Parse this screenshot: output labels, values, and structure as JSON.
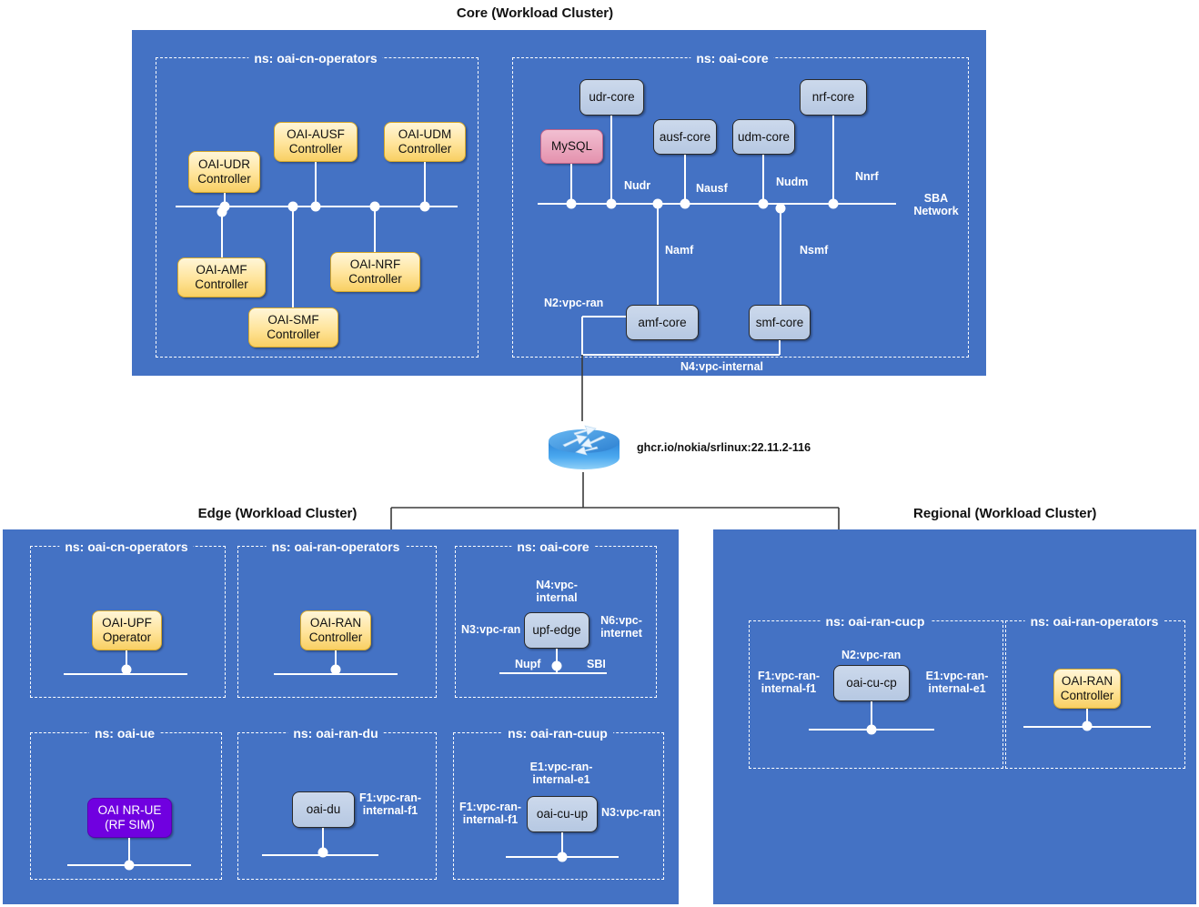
{
  "clusters": {
    "core": {
      "title": "Core (Workload Cluster)",
      "namespaces": {
        "cn_operators": {
          "label": "ns: oai-cn-operators",
          "nodes": [
            {
              "id": "oai-udr-controller",
              "label": "OAI-UDR\nController"
            },
            {
              "id": "oai-ausf-controller",
              "label": "OAI-AUSF\nController"
            },
            {
              "id": "oai-udm-controller",
              "label": "OAI-UDM\nController"
            },
            {
              "id": "oai-amf-controller",
              "label": "OAI-AMF\nController"
            },
            {
              "id": "oai-nrf-controller",
              "label": "OAI-NRF\nController"
            },
            {
              "id": "oai-smf-controller",
              "label": "OAI-SMF\nController"
            }
          ]
        },
        "oai_core": {
          "label": "ns: oai-core",
          "nodes": [
            {
              "id": "udr-core",
              "label": "udr-core"
            },
            {
              "id": "mysql",
              "label": "MySQL"
            },
            {
              "id": "ausf-core",
              "label": "ausf-core"
            },
            {
              "id": "udm-core",
              "label": "udm-core"
            },
            {
              "id": "nrf-core",
              "label": "nrf-core"
            },
            {
              "id": "amf-core",
              "label": "amf-core"
            },
            {
              "id": "smf-core",
              "label": "smf-core"
            }
          ],
          "interfaces": {
            "nudr": "Nudr",
            "nausf": "Nausf",
            "nudm": "Nudm",
            "nnrf": "Nnrf",
            "namf": "Namf",
            "nsmf": "Nsmf",
            "sba": "SBA\nNetwork",
            "n2": "N2:vpc-ran",
            "n4": "N4:vpc-internal"
          }
        }
      }
    },
    "edge": {
      "title": "Edge (Workload Cluster)",
      "namespaces": {
        "cn_operators": {
          "label": "ns: oai-cn-operators",
          "nodes": [
            {
              "id": "oai-upf-operator",
              "label": "OAI-UPF\nOperator"
            }
          ]
        },
        "ran_operators": {
          "label": "ns: oai-ran-operators",
          "nodes": [
            {
              "id": "oai-ran-controller",
              "label": "OAI-RAN\nController"
            }
          ]
        },
        "oai_core": {
          "label": "ns: oai-core",
          "nodes": [
            {
              "id": "upf-edge",
              "label": "upf-edge"
            }
          ],
          "interfaces": {
            "n4": "N4:vpc-\ninternal",
            "n3": "N3:vpc-ran",
            "n6": "N6:vpc-\ninternet",
            "nupf": "Nupf",
            "sbi": "SBI"
          }
        },
        "oai_ue": {
          "label": "ns: oai-ue",
          "nodes": [
            {
              "id": "oai-nr-ue",
              "label": "OAI NR-UE\n(RF SIM)"
            }
          ]
        },
        "ran_du": {
          "label": "ns: oai-ran-du",
          "nodes": [
            {
              "id": "oai-du",
              "label": "oai-du"
            }
          ],
          "interfaces": {
            "f1": "F1:vpc-ran-\ninternal-f1"
          }
        },
        "ran_cuup": {
          "label": "ns: oai-ran-cuup",
          "nodes": [
            {
              "id": "oai-cu-up",
              "label": "oai-cu-up"
            }
          ],
          "interfaces": {
            "e1": "E1:vpc-ran-\ninternal-e1",
            "f1": "F1:vpc-ran-\ninternal-f1",
            "n3": "N3:vpc-ran"
          }
        }
      }
    },
    "regional": {
      "title": "Regional (Workload Cluster)",
      "namespaces": {
        "ran_cucp": {
          "label": "ns: oai-ran-cucp",
          "nodes": [
            {
              "id": "oai-cu-cp",
              "label": "oai-cu-cp"
            }
          ],
          "interfaces": {
            "n2": "N2:vpc-ran",
            "f1": "F1:vpc-ran-\ninternal-f1",
            "e1": "E1:vpc-ran-\ninternal-e1"
          }
        },
        "ran_operators": {
          "label": "ns: oai-ran-operators",
          "nodes": [
            {
              "id": "oai-ran-controller",
              "label": "OAI-RAN\nController"
            }
          ]
        }
      }
    }
  },
  "router": {
    "icon": "router-icon",
    "caption": "ghcr.io/nokia/srlinux:22.11.2-116"
  },
  "colors": {
    "cluster_background": "#4472c4",
    "operator_node": "#ffd966",
    "core_node": "#b6c8e2",
    "database_node": "#e492ae",
    "ue_node": "#7000e0",
    "line": "#ffffff",
    "external_line": "#3b3b3b"
  }
}
